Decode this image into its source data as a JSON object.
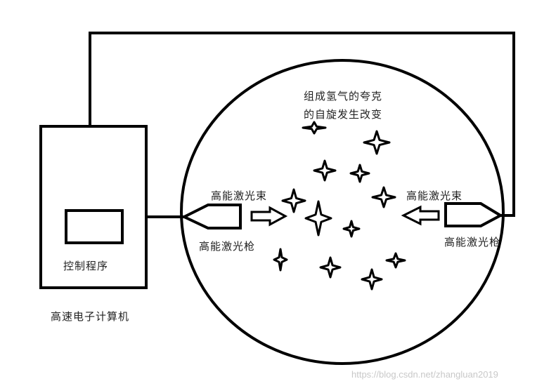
{
  "colors": {
    "line": "#000000",
    "watermark": "#c8c8c8",
    "text": "#222222"
  },
  "labels": {
    "control_program": "控制程序",
    "computer": "高速电子计算机",
    "beam_left": "高能激光束",
    "gun_left": "高能激光枪",
    "beam_right": "高能激光束",
    "gun_right": "高能激光枪",
    "note_line1": "组成氢气的夸克",
    "note_line2": "的自旋发生改变"
  },
  "watermark": "https://blog.csdn.net/zhangluan2019",
  "icons": {
    "particle": "four-point-star-icon"
  }
}
